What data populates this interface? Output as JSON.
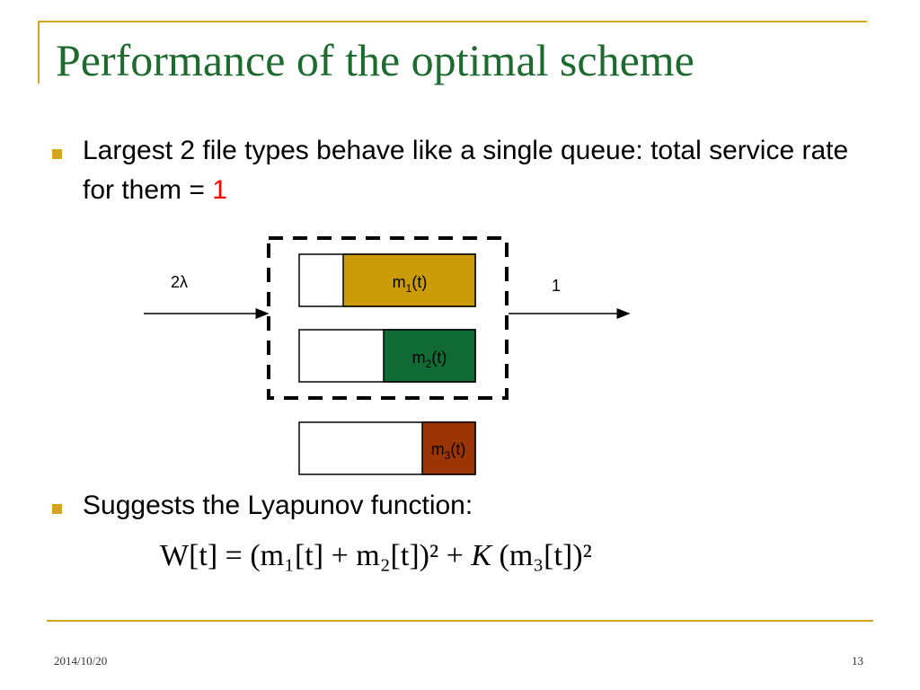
{
  "slide": {
    "title": "Performance of the optimal scheme",
    "bullets": [
      {
        "text": "Largest 2 file types behave like a single queue: total service rate for them = ",
        "highlight": "1",
        "highlight_color": "#ff0000"
      },
      {
        "text": "Suggests the Lyapunov function:"
      }
    ],
    "footer": {
      "date": "2014/10/20",
      "page": "13"
    }
  },
  "diagram": {
    "arrival_label": "2λ",
    "service_label": "1",
    "queues": [
      {
        "label_main": "m",
        "label_sub": "1",
        "label_tail": "(t)",
        "color": "#cc9c08",
        "fill_fraction": 0.75
      },
      {
        "label_main": "m",
        "label_sub": "2",
        "label_tail": "(t)",
        "color": "#0f6a33",
        "fill_fraction": 0.52
      },
      {
        "label_main": "m",
        "label_sub": "3",
        "label_tail": "(t)",
        "color": "#9c3506",
        "fill_fraction": 0.3
      }
    ]
  },
  "formula": {
    "lhs": "W[t] = ",
    "term1": "(m₁[t] + m₂[t])²",
    "plus": " + ",
    "coef": "K",
    "term2": " (m₃[t])²"
  },
  "colors": {
    "accent": "#d4a520",
    "title": "#1e6b30"
  }
}
